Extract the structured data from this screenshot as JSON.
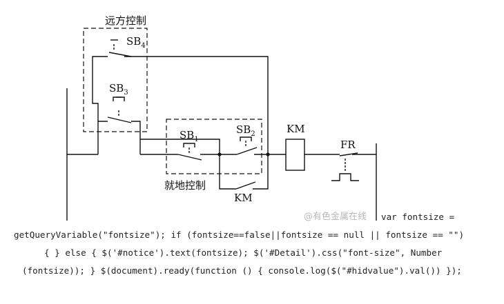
{
  "labels": {
    "remote_control": "远方控制",
    "local_control": "就地控制",
    "sb4": "SB",
    "sb4_sub": "4",
    "sb3": "SB",
    "sb3_sub": "3",
    "sb1": "SB",
    "sb1_sub": "1",
    "sb2": "SB",
    "sb2_sub": "2",
    "km_coil": "KM",
    "km_contact": "KM",
    "fr": "FR"
  },
  "watermark": "@有色金属在线",
  "code_lines": [
    "var fontsize =",
    "getQueryVariable(\"fontsize\"); if (fontsize==false||fontsize == null || fontsize == \"\")",
    "{ } else { $('#notice').text(fontsize); $('#Detail').css(\"font-size\", Number",
    "(fontsize)); } $(document).ready(function () { console.log($(\"#hidvalue\").val()) });"
  ],
  "colors": {
    "line": "#111111",
    "watermark": "#b8b8b8",
    "code": "#222222"
  }
}
